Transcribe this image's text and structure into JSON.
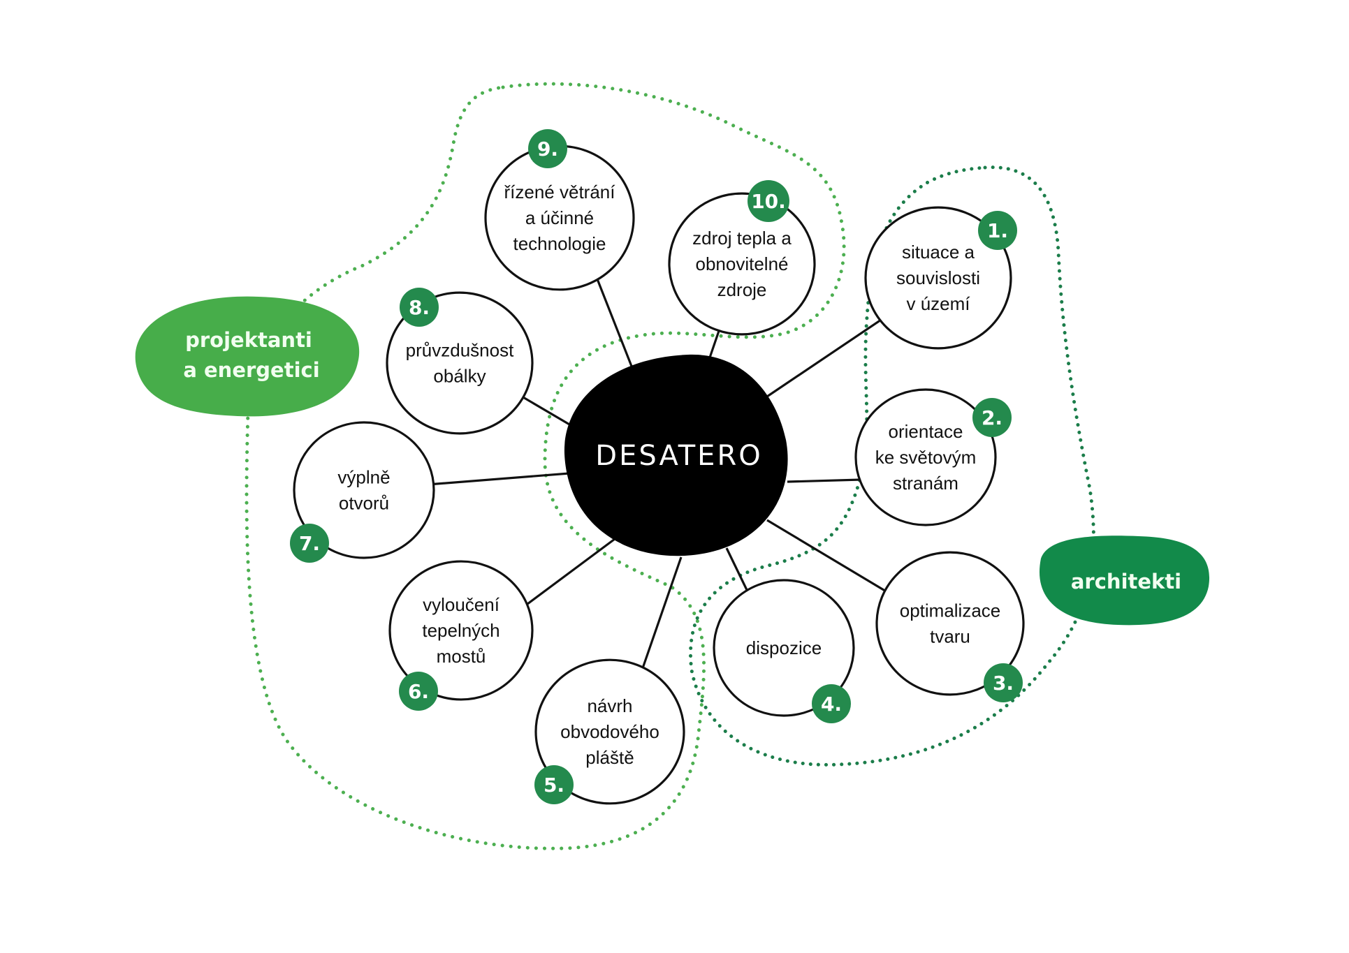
{
  "title": "DESATERO",
  "colors": {
    "center": "#000000",
    "projektanti": "#47ad4a",
    "architekti": "#128a4a",
    "badge": "#248a4d",
    "dots_light": "#4caf50",
    "dots_dark": "#1b7d4a"
  },
  "groups": [
    {
      "id": "projektanti",
      "lines": [
        "projektanti",
        "a energetici"
      ]
    },
    {
      "id": "architekti",
      "lines": [
        "architekti"
      ]
    }
  ],
  "items": [
    {
      "number": "1.",
      "lines": [
        "situace a",
        "souvislosti",
        "v území"
      ],
      "group": "architekti"
    },
    {
      "number": "2.",
      "lines": [
        "orientace",
        "ke světovým",
        "stranám"
      ],
      "group": "architekti"
    },
    {
      "number": "3.",
      "lines": [
        "optimalizace",
        "tvaru"
      ],
      "group": "architekti"
    },
    {
      "number": "4.",
      "lines": [
        "dispozice"
      ],
      "group": "architekti"
    },
    {
      "number": "5.",
      "lines": [
        "návrh",
        "obvodového",
        "pláště"
      ],
      "group": "projektanti"
    },
    {
      "number": "6.",
      "lines": [
        "vyloučení",
        "tepelných",
        "mostů"
      ],
      "group": "projektanti"
    },
    {
      "number": "7.",
      "lines": [
        "výplně",
        "otvorů"
      ],
      "group": "projektanti"
    },
    {
      "number": "8.",
      "lines": [
        "průvzdušnost",
        "obálky"
      ],
      "group": "projektanti"
    },
    {
      "number": "9.",
      "lines": [
        "řízené větrání",
        "a účinné",
        "technologie"
      ],
      "group": "projektanti"
    },
    {
      "number": "10.",
      "lines": [
        "zdroj tepla a",
        "obnovitelné",
        "zdroje"
      ],
      "group": "projektanti"
    }
  ]
}
